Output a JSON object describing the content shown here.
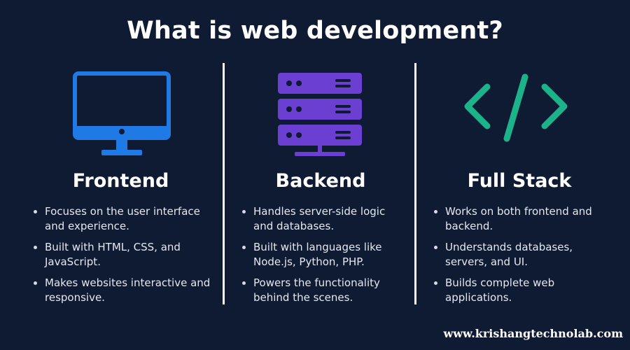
{
  "title": "What is web development?",
  "colors": {
    "background": "#0f1a33",
    "frontend_icon": "#1f7ae6",
    "backend_icon": "#6b3fd1",
    "fullstack_icon": "#1db38a"
  },
  "columns": [
    {
      "heading": "Frontend",
      "icon": "monitor-icon",
      "points": [
        "Focuses on the user interface and experience.",
        "Built with HTML, CSS, and JavaScript.",
        "Makes websites interactive and responsive."
      ]
    },
    {
      "heading": "Backend",
      "icon": "server-icon",
      "points": [
        "Handles server-side logic and databases.",
        "Built with languages like Node.js, Python, PHP.",
        "Powers the functionality behind the scenes."
      ]
    },
    {
      "heading": "Full Stack",
      "icon": "code-icon",
      "points": [
        "Works on both frontend and backend.",
        "Understands databases, servers, and UI.",
        "Builds complete web applications."
      ]
    }
  ],
  "watermark": "www.krishangtechnolab.com"
}
